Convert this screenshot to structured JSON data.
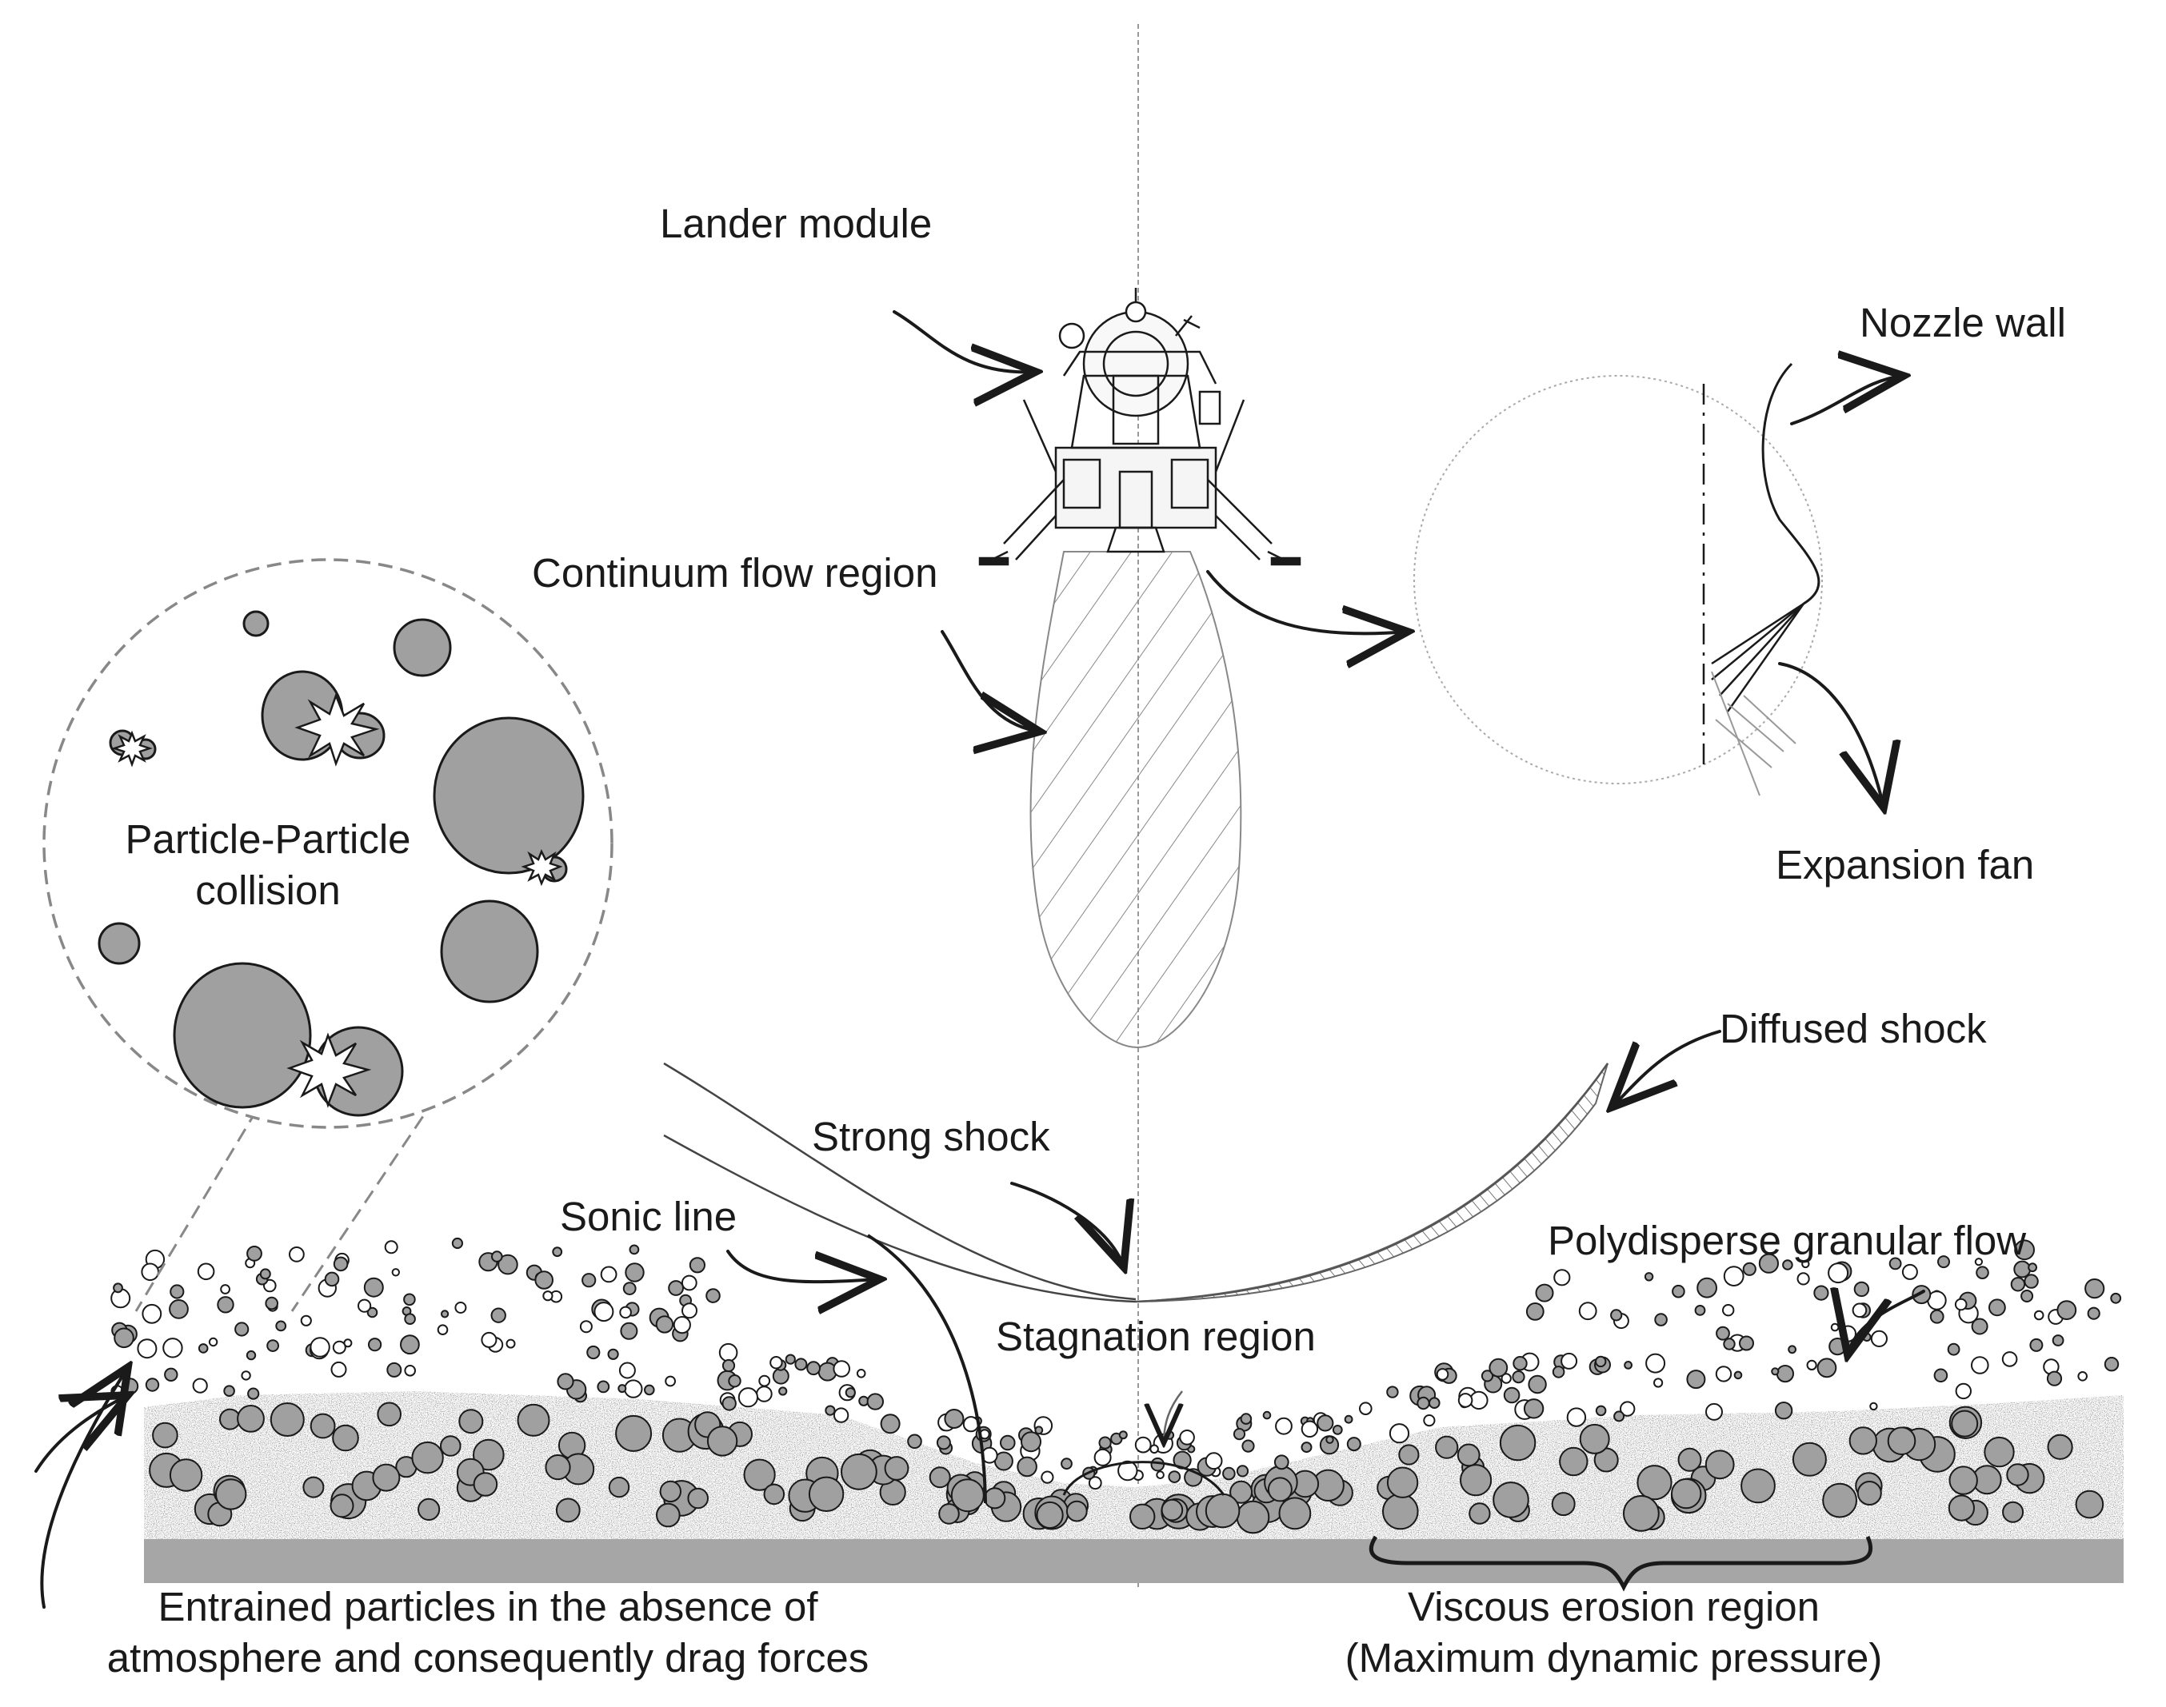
{
  "labels": {
    "lander_module": "Lander module",
    "nozzle_wall": "Nozzle wall",
    "continuum_flow_region": "Continuum flow region",
    "particle_collision_line1": "Particle-Particle",
    "particle_collision_line2": "collision",
    "expansion_fan": "Expansion fan",
    "diffused_shock": "Diffused shock",
    "strong_shock": "Strong shock",
    "sonic_line": "Sonic line",
    "polydisperse_granular_flow": "Polydisperse granular flow",
    "stagnation_region": "Stagnation region",
    "entrained_line1": "Entrained particles in the absence of",
    "entrained_line2": "atmosphere and consequently drag forces",
    "viscous_line1": "Viscous erosion region",
    "viscous_line2": "(Maximum dynamic pressure)"
  },
  "colors": {
    "ink": "#1a1a1a",
    "particle_fill": "#a0a0a0",
    "ground_band": "#a6a6a6",
    "soil_noise": "#6a6a6a",
    "guide_lines": "#999999"
  }
}
